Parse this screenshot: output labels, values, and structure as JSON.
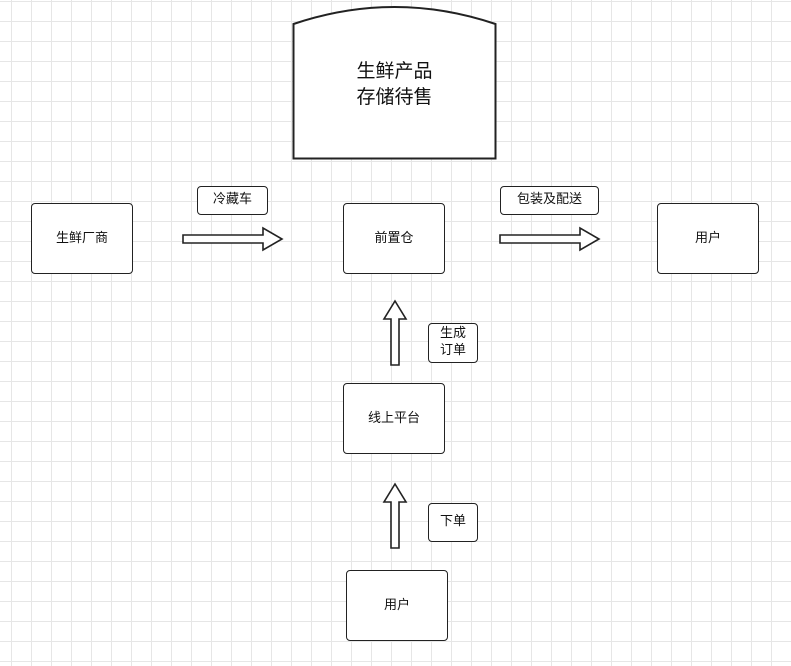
{
  "storage": {
    "line1": "生鲜产品",
    "line2": "存储待售"
  },
  "nodes": {
    "supplier": "生鲜厂商",
    "front_warehouse": "前置仓",
    "user_right": "用户",
    "online_platform": "线上平台",
    "user_bottom": "用户"
  },
  "labels": {
    "cold_truck": "冷藏车",
    "pack_deliver": "包装及配送",
    "generate_order_line1": "生成",
    "generate_order_line2": "订单",
    "place_order": "下单"
  }
}
